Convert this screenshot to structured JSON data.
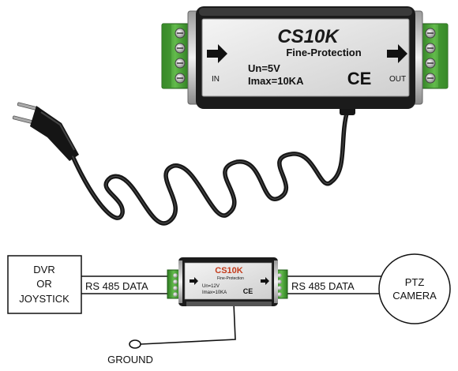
{
  "device": {
    "model": "CS10K",
    "subtitle": "Fine-Protection",
    "un": "Un=5V",
    "imax": "Imax=10KA",
    "ce": "CE",
    "in_label": "IN",
    "out_label": "OUT"
  },
  "small_device": {
    "model": "CS10K",
    "subtitle": "Fine-Protection",
    "un": "Un=12V",
    "imax": "Imax=10KA",
    "ce": "CE"
  },
  "diagram": {
    "left_box": [
      "DVR",
      "OR",
      "JOYSTICK"
    ],
    "left_wire_label": "RS 485 DATA",
    "right_wire_label": "RS 485 DATA",
    "right_circle": [
      "PTZ",
      "CAMERA"
    ],
    "ground_label": "GROUND"
  },
  "colors": {
    "terminal_green": "#4fa63a",
    "body_black": "#1b1b1b",
    "label_gray": "#dcdcdc",
    "small_label_red": "#c43c1c"
  }
}
